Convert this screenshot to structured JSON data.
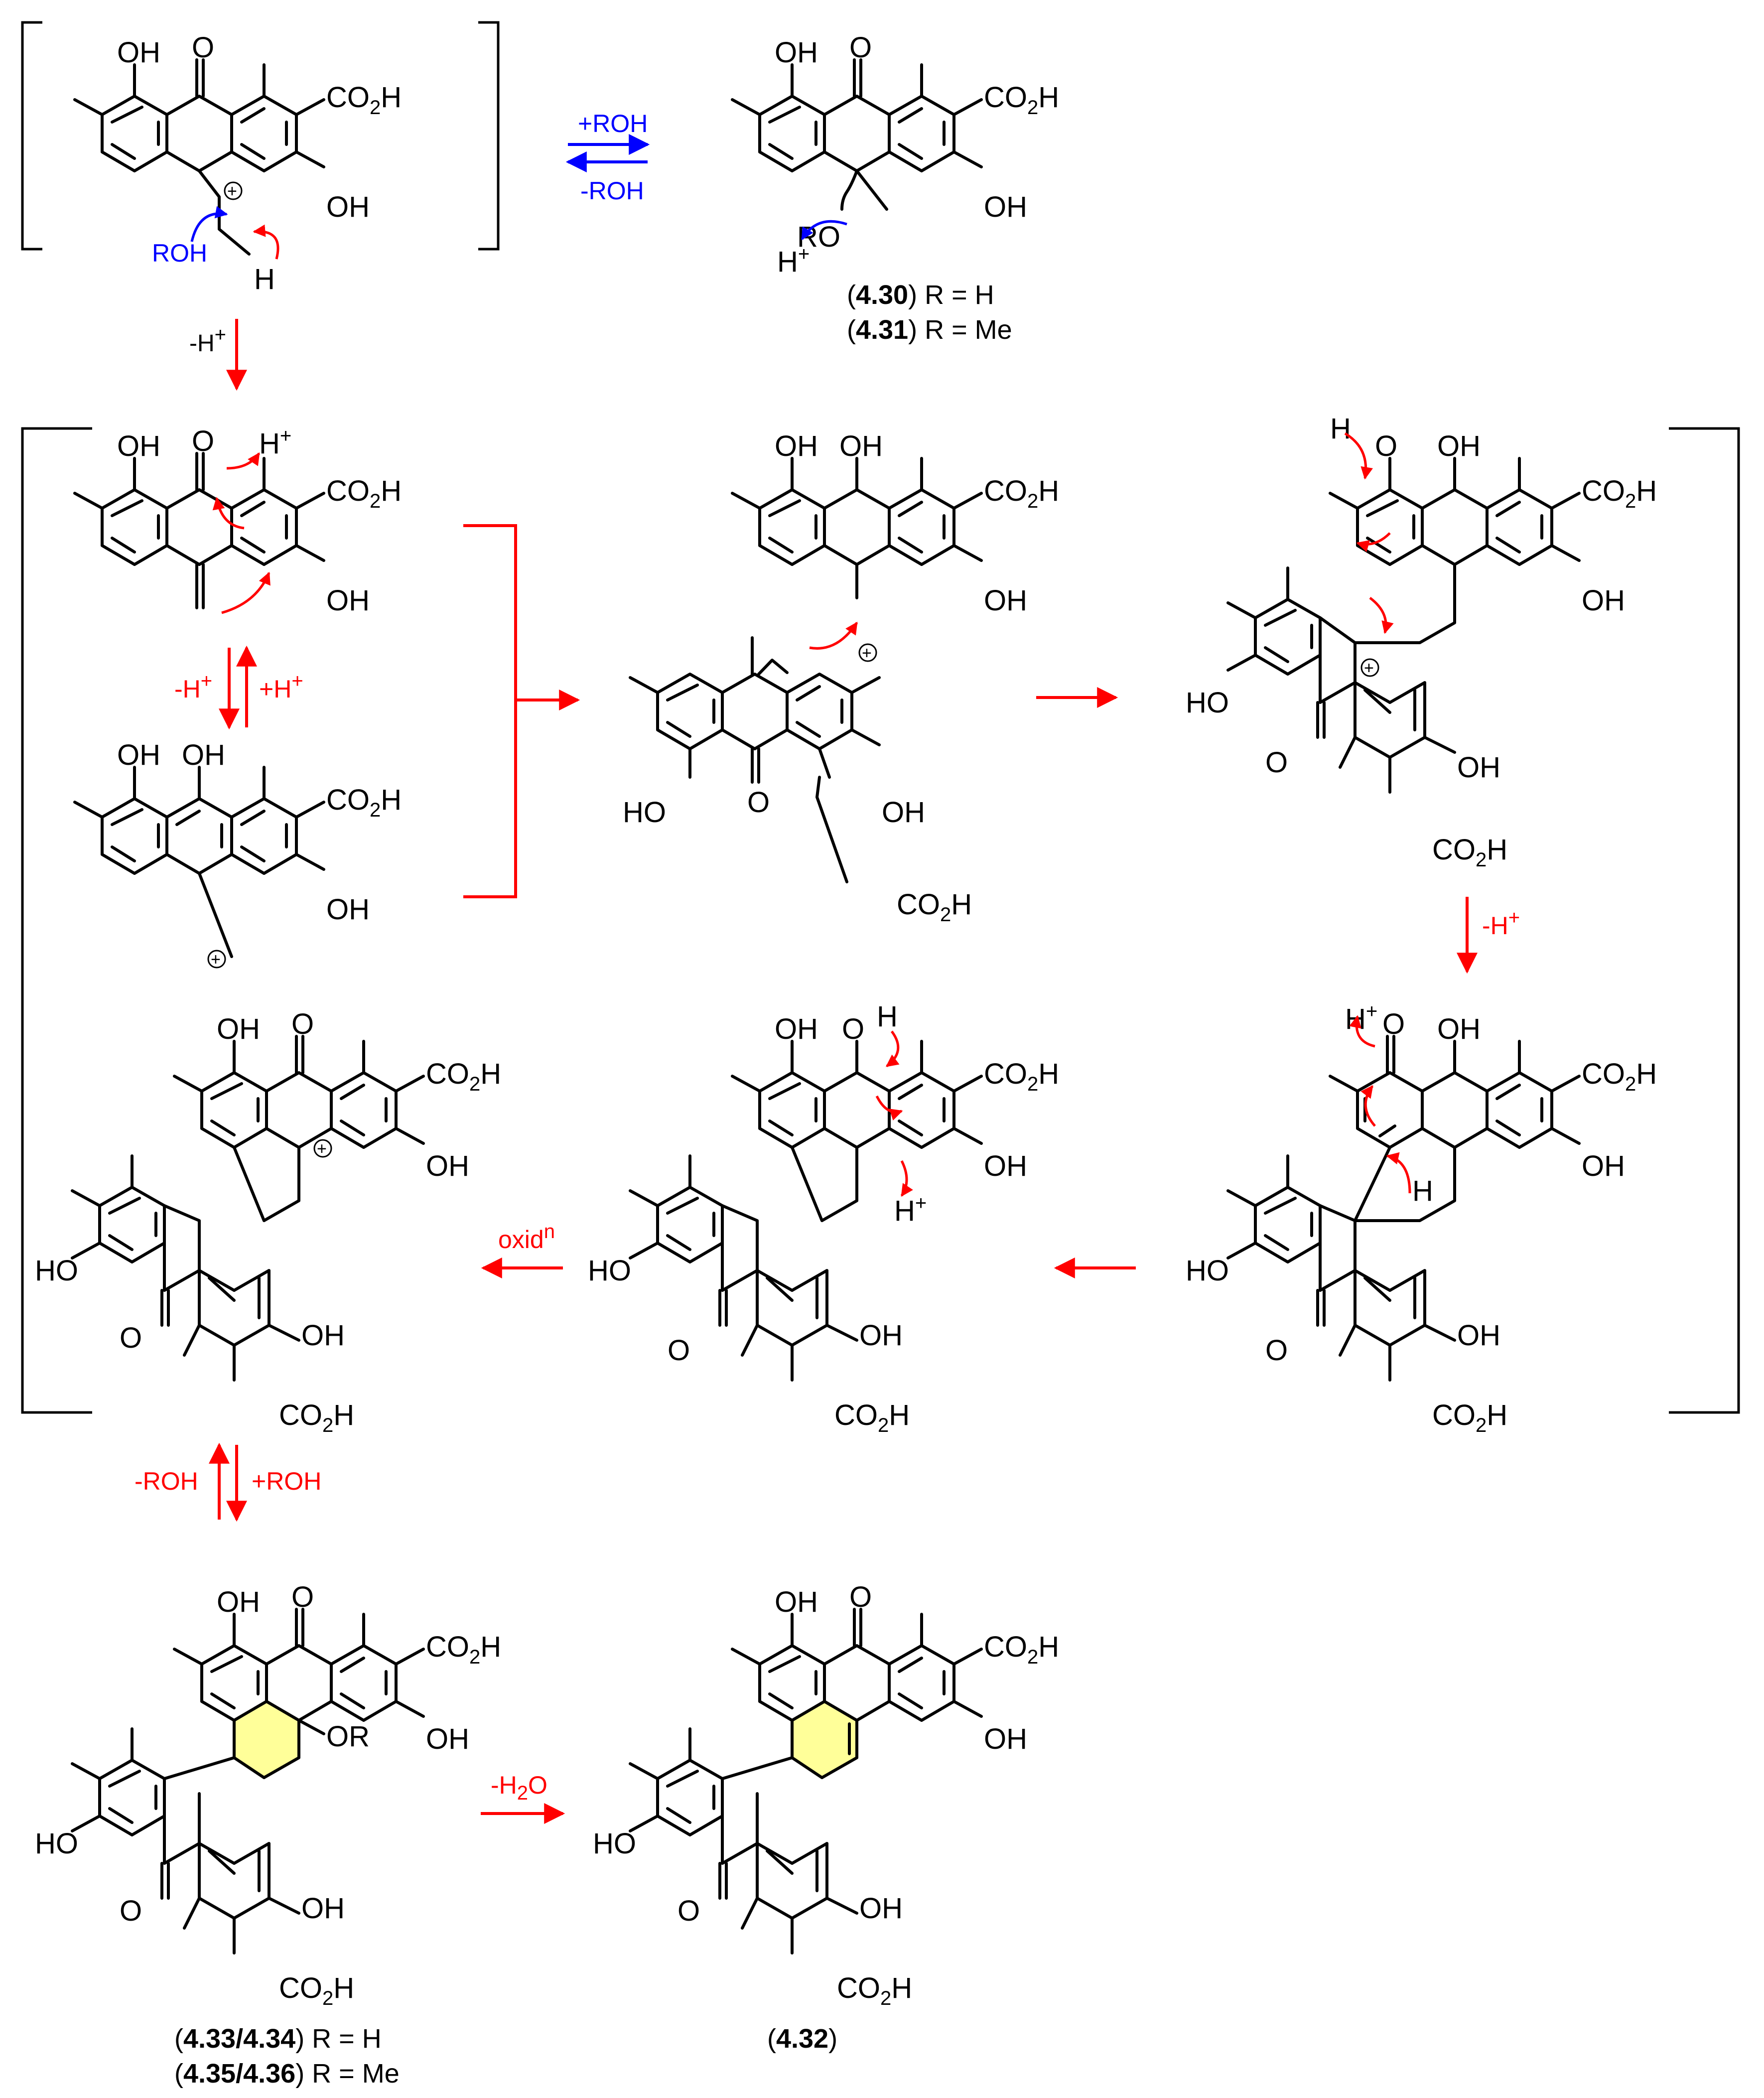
{
  "colors": {
    "reaction_arrow": "#ff0000",
    "equilibrium_arrow": "#0000ff",
    "ring_highlight": "#ffff99",
    "structure": "#000000"
  },
  "atoms": {
    "oh": "OH",
    "o": "O",
    "co2h_main": "CO",
    "co2h_sub": "2",
    "co2h_end": "H",
    "ho": "HO",
    "h": "H",
    "h_plus": "H",
    "plus_sup": "+",
    "ro": "RO",
    "or": "OR",
    "roh": "ROH"
  },
  "arrows": {
    "plus_roh": "+ROH",
    "minus_roh": "-ROH",
    "minus_h": "-H",
    "plus_h": "+H",
    "plus_sup": "+",
    "oxid": "oxid",
    "oxid_sup": "n",
    "minus_h2o_pre": "-H",
    "minus_h2o_sub": "2",
    "minus_h2o_post": "O"
  },
  "compounds": {
    "c430": {
      "open": "(",
      "num": "4.30",
      "close": ")",
      "rest": " R = H"
    },
    "c431": {
      "open": "(",
      "num": "4.31",
      "close": ")",
      "rest": " R = Me"
    },
    "c433": {
      "open": "(",
      "num": "4.33/4.34",
      "close": ")",
      "rest": " R = H"
    },
    "c435": {
      "open": "(",
      "num": "4.35/4.36",
      "close": ")",
      "rest": " R = Me"
    },
    "c432": {
      "open": "(",
      "num": "4.32",
      "close": ")"
    }
  }
}
